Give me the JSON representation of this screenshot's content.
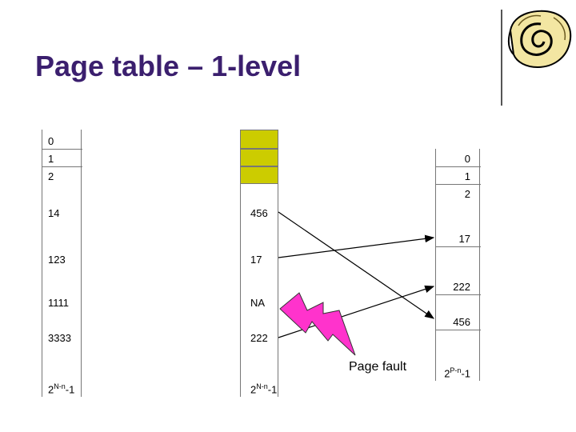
{
  "title": "Page table – 1-level",
  "virtual_pages": {
    "p0": "0",
    "p1": "1",
    "p2": "2",
    "p14": "14",
    "p123": "123",
    "p1111": "1111",
    "p3333": "3333",
    "last_base": "2",
    "last_sup": "N-n",
    "last_tail": "-1"
  },
  "page_table": {
    "e14": "456",
    "e123": "17",
    "e1111": "NA",
    "e3333": "222",
    "last_base": "2",
    "last_sup": "N-n",
    "last_tail": "-1"
  },
  "physical_frames": {
    "f0": "0",
    "f1": "1",
    "f2": "2",
    "f17": "17",
    "f222": "222",
    "f456": "456",
    "last_base": "2",
    "last_sup": "P-n",
    "last_tail": "-1"
  },
  "page_fault_label": "Page fault",
  "colors": {
    "title": "#3b1f6e",
    "page_table_fill": "#cccc00",
    "page_fault_bolt": "#ff33cc"
  },
  "icons": [
    "scroll-logo-icon",
    "page-fault-lightning-icon"
  ]
}
